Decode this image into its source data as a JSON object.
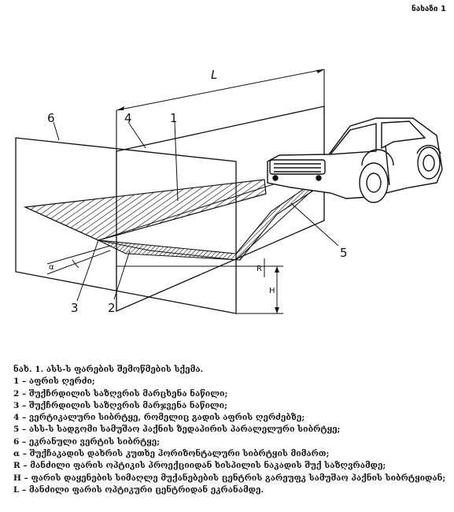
{
  "header": {
    "label": "ნახაზი 1"
  },
  "diagram": {
    "labels": {
      "n1": "1",
      "n2": "2",
      "n3": "3",
      "n4": "4",
      "n5": "5",
      "n6": "6",
      "L": "L",
      "alpha": "α",
      "R": "R",
      "H": "H"
    }
  },
  "legend": {
    "lines": [
      "ნახ. 1. ასს-ს ფარების შემოწმების სქემა.",
      "1 – აფრის ღერძი;",
      "2 – შუქჩრდილის საზღვრის მარცხენა ნაწილი;",
      "3 – შუქჩრდილის საზღვრის მარჯვენა ნაწილი;",
      "4 – ვერტიკალური სიბრტყე, რომელიც გადის აფრის ღერძებზე;",
      "5 – ასს-ს სადგომი სამუშაო პაქნის ზედაპირის პარალელური სიბრტყე;",
      "6 – ეკრანული ვერტის სიბრტყე;",
      "α – შუქჩაკადის დახრის კუთხე ჰორიზონტალური სიბრტყის მიმართ;",
      "R – მანძილი ფარის ოპტიკის პროექციიდან ხისპილის ნაკადის შუქ საზღვრამდე;",
      "H – ფარის დაყენების სიმაღლე მუქანებების ცენტრის გარეუფკ სამუშაო პაქნის სიბრტყიდან;",
      "L – მანძილი ფარის ოპტიკური ცენტრიდან ეკრანამდე."
    ]
  }
}
